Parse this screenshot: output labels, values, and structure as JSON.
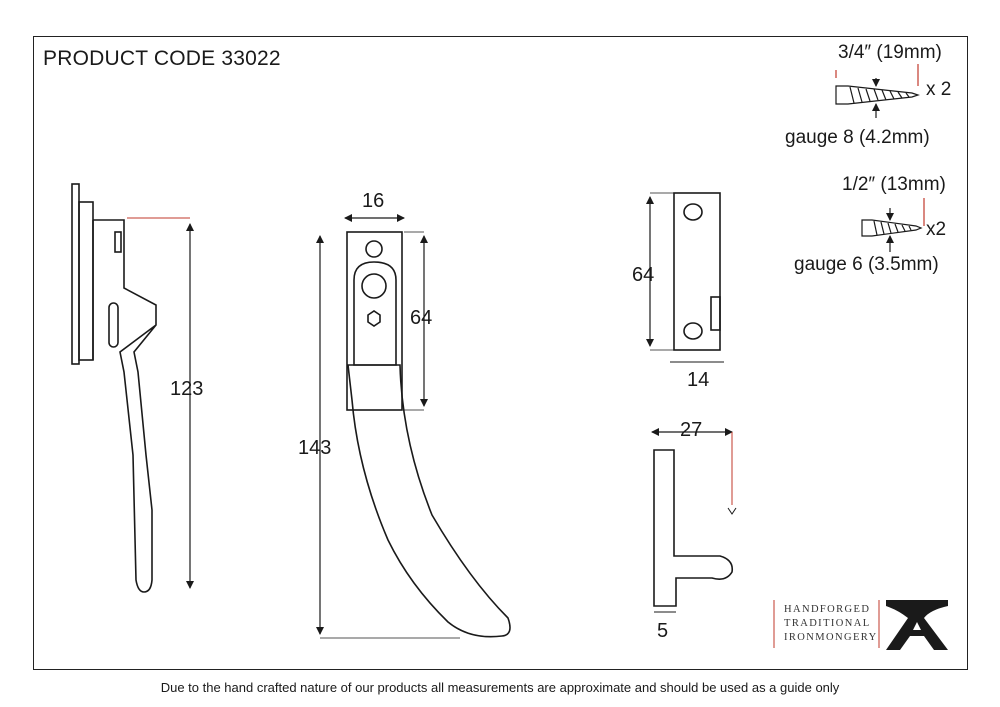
{
  "header": {
    "product_code": "PRODUCT CODE 33022"
  },
  "screws": [
    {
      "length": "3/4″ (19mm)",
      "gauge": "gauge 8 (4.2mm)",
      "quantity": "x 2"
    },
    {
      "length": "1/2″ (13mm)",
      "gauge": "gauge 6 (3.5mm)",
      "quantity": "x2"
    }
  ],
  "dimensions": {
    "side_height": "123",
    "front_width": "16",
    "front_plate_height": "64",
    "front_total_height": "143",
    "keep_height": "64",
    "keep_width": "14",
    "hook_depth": "27",
    "hook_thickness": "5"
  },
  "brand": {
    "lines": [
      "HANDFORGED",
      "TRADITIONAL",
      "IRONMONGERY"
    ],
    "logo_icon": "anvil-a-logo-icon"
  },
  "footer": {
    "disclaimer": "Due to the hand crafted nature of our products all measurements are approximate and should be used as a guide only"
  },
  "colors": {
    "line": "#1a1a1a",
    "dimension_accent": "#c0392b",
    "background": "#ffffff"
  }
}
